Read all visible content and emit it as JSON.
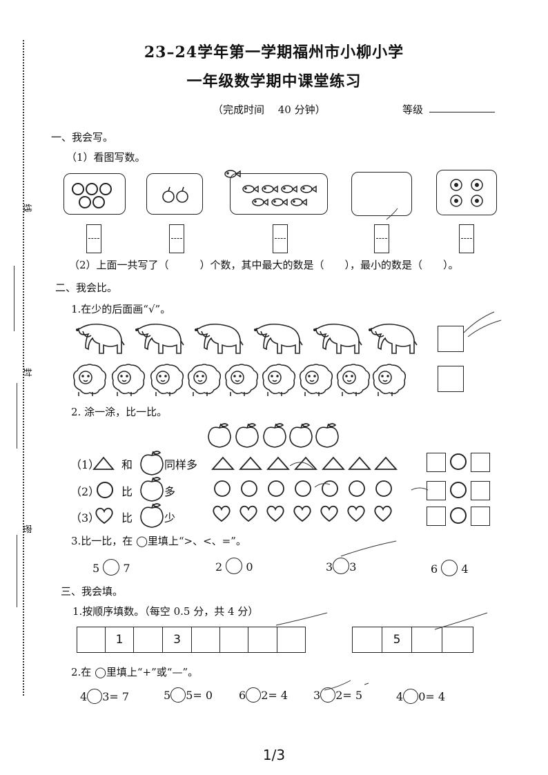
{
  "header": {
    "title_line1": "23–24学年第一学期福州市小柳小学",
    "title_line2": "一年级数学期中课堂练习",
    "time_label": "（完成时间　 40 分钟）",
    "grade_label": "等级"
  },
  "margin": {
    "label1": "线",
    "label2": "封",
    "label3": "密"
  },
  "section1": {
    "heading": "一、我会写。",
    "q1": "（1）看图写数。",
    "q2_parts": [
      "（2）上面一共写了（　　　）个数，其中最大的数是（　　），最小的数是（　　）。"
    ]
  },
  "section2": {
    "heading": "二、我会比。",
    "q1": "1.在少的后面画“√”。",
    "q2": "2.  涂一涂，比一比。",
    "row1": {
      "num": "（1）",
      "mid": "和",
      "tail": "同样多"
    },
    "row2": {
      "num": "（2）",
      "mid": "比",
      "tail": "多"
    },
    "row3": {
      "num": "（3）",
      "mid": "比",
      "tail": "少"
    },
    "q3": "3.比一比，在 ◯里填上“>、<、=”。",
    "compare": [
      {
        "a": "5",
        "b": "7"
      },
      {
        "a": "2",
        "b": "0"
      },
      {
        "a": "3",
        "b": "3"
      },
      {
        "a": "6",
        "b": "4"
      }
    ]
  },
  "section3": {
    "heading": "三、我会填。",
    "q1": "1.按顺序填数。（每空 0.5 分，共 4 分）",
    "seq1": [
      "",
      "1",
      "",
      "3",
      "",
      "",
      "",
      ""
    ],
    "seq2": [
      "",
      "5",
      "",
      ""
    ],
    "q2": "2.在 ◯里填上“+”或“—”。",
    "equations": [
      {
        "a": "4",
        "rest": "3= 7"
      },
      {
        "a": "5",
        "rest": "5= 0"
      },
      {
        "a": "6",
        "rest": "2= 4"
      },
      {
        "a": "3",
        "rest": "2= 5"
      },
      {
        "a": "4",
        "rest": "0= 4"
      }
    ]
  },
  "footer": {
    "page": "1/3"
  }
}
